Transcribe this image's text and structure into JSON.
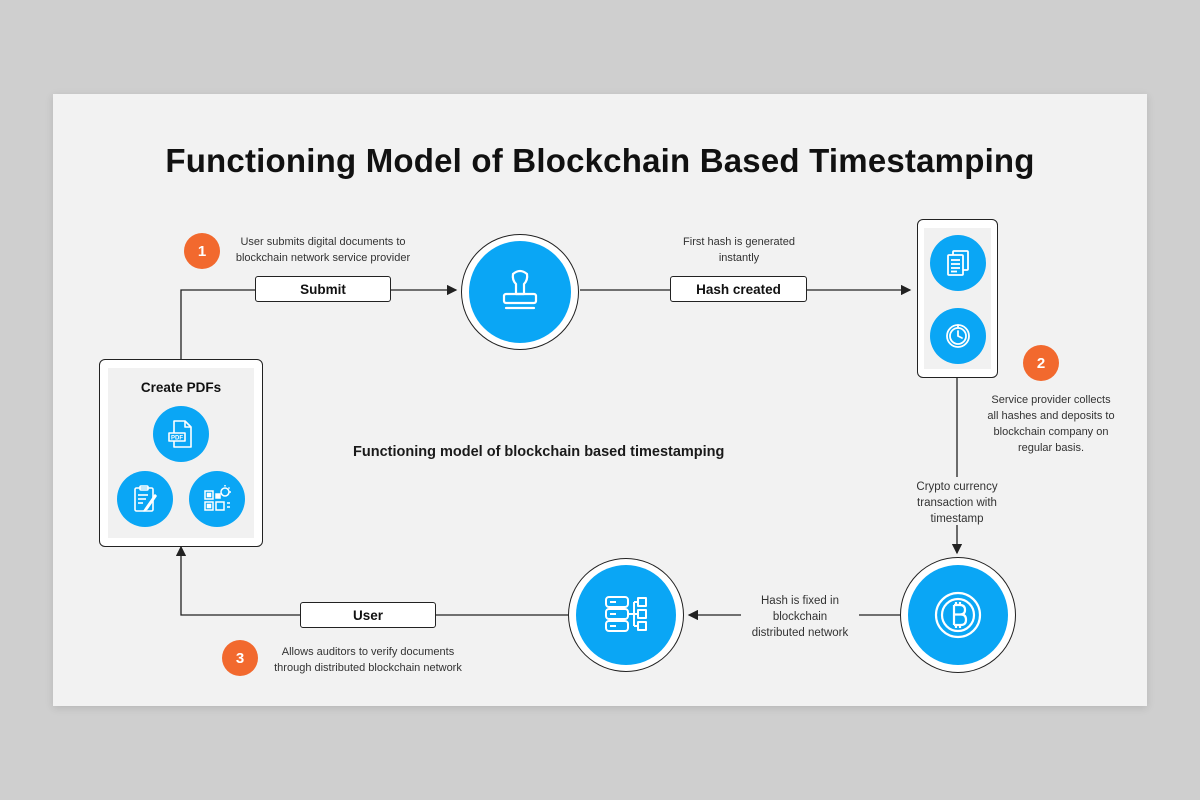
{
  "title": "Functioning Model of Blockchain Based Timestamping",
  "subtitle": "Functioning model of blockchain based timestamping",
  "colors": {
    "accent": "#0aa6f5",
    "badge": "#f2692e",
    "outline": "#222222"
  },
  "steps": {
    "step1": {
      "number": "1",
      "caption": [
        "User submits digital documents to",
        "blockchain network service provider"
      ]
    },
    "step2": {
      "number": "2",
      "caption": [
        "Service provider collects",
        "all hashes and deposits to",
        "blockchain company on",
        "regular basis."
      ]
    },
    "step3": {
      "number": "3",
      "caption": [
        "Allows auditors to verify documents",
        "through distributed blockchain network"
      ]
    }
  },
  "boxes": {
    "submit": "Submit",
    "hash_created": "Hash created",
    "user": "User"
  },
  "notes": {
    "first_hash": [
      "First hash is generated",
      "instantly"
    ],
    "crypto": [
      "Crypto currency",
      "transaction with",
      "timestamp"
    ],
    "hash_fixed": [
      "Hash is fixed in",
      "blockchain",
      "distributed network"
    ]
  },
  "create_panel": {
    "title": "Create PDFs",
    "icons": [
      "pdf-icon",
      "clipboard-icon",
      "qr-code-icon"
    ],
    "pdf_text": "PDF"
  },
  "nodes": {
    "stamp": "stamp-icon",
    "documents": "documents-icon",
    "clock": "clock-icon",
    "bitcoin": "bitcoin-icon",
    "database": "database-network-icon"
  }
}
